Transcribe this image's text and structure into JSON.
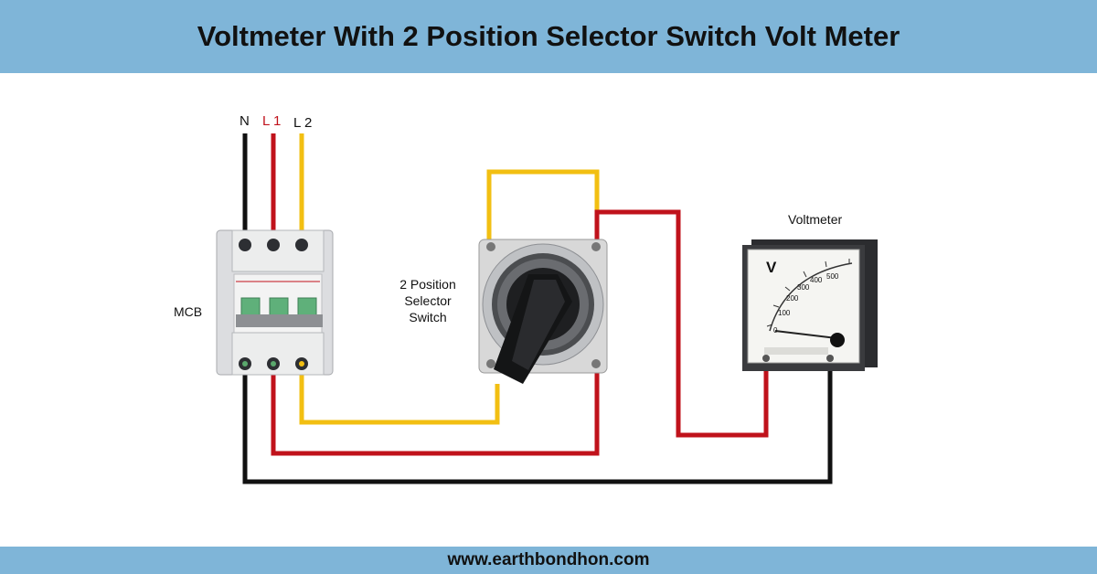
{
  "header": {
    "title": "Voltmeter With 2 Position Selector Switch Volt Meter"
  },
  "footer": {
    "website": "www.earthbondhon.com"
  },
  "terminals": {
    "n": "N",
    "l1": "L 1",
    "l2": "L 2"
  },
  "components": {
    "mcb": "MCB",
    "selector_switch": [
      "2 Position",
      "Selector",
      "Switch"
    ],
    "voltmeter": "Voltmeter"
  },
  "voltmeter_face": {
    "unit": "V",
    "scale": [
      "0",
      "100",
      "200",
      "300",
      "400",
      "500"
    ]
  },
  "colors": {
    "header_bg": "#7fb5d8",
    "neutral_wire": "#111111",
    "l1_wire": "#c0121b",
    "l2_wire": "#f2bf12"
  }
}
